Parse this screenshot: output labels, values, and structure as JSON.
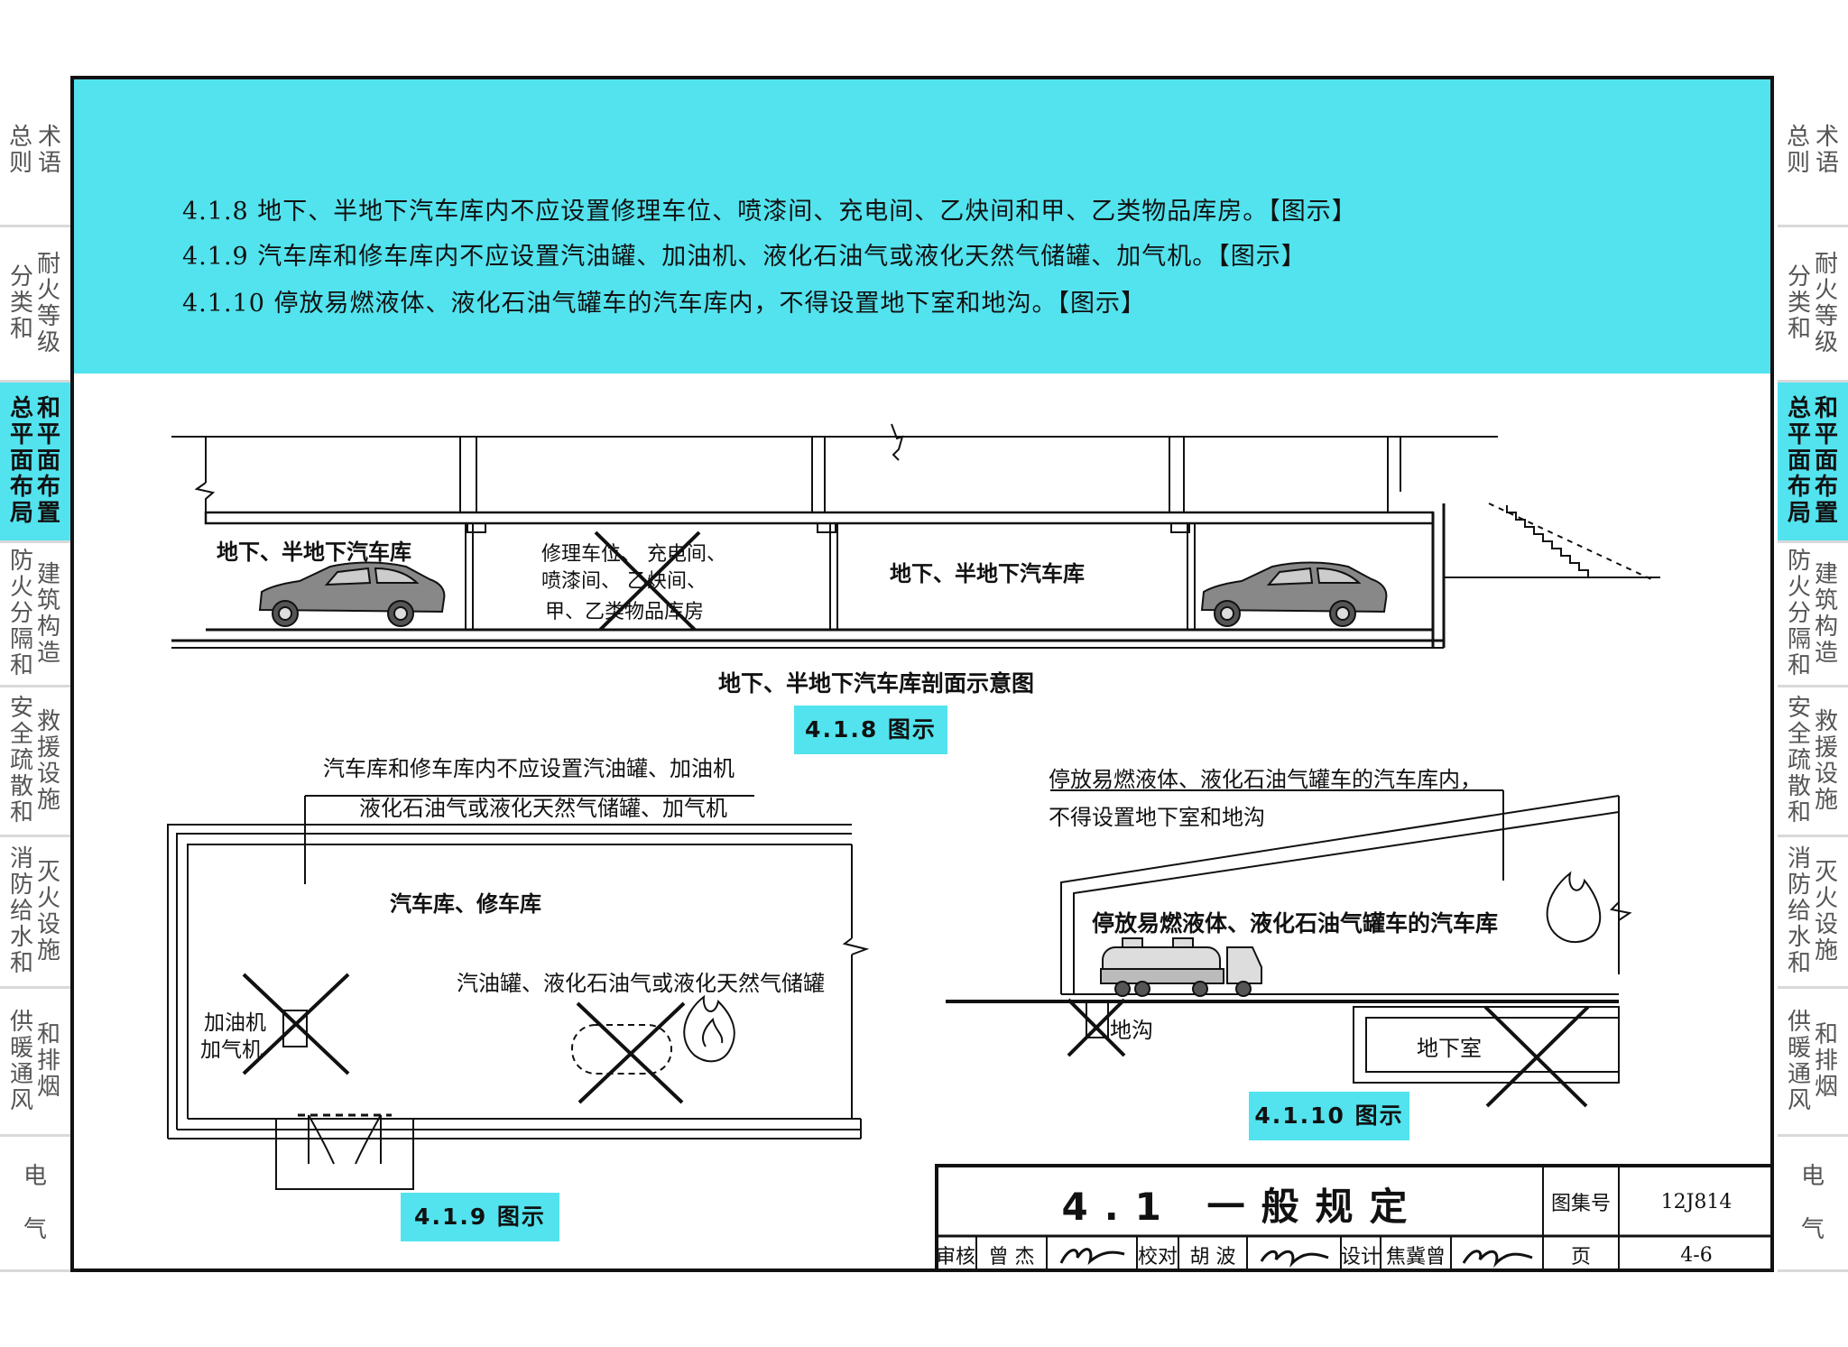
{
  "banner": {
    "line1": "4.1.8 地下、半地下汽车库内不应设置修理车位、喷漆间、充电间、乙炔间和甲、乙类物品库房。【图示】",
    "line2": "4.1.9 汽车库和修车库内不应设置汽油罐、加油机、液化石油气或液化天然气储罐、加气机。【图示】",
    "line3": "4.1.10 停放易燃液体、液化石油气罐车的汽车库内，不得设置地下室和地沟。【图示】"
  },
  "tabs": [
    {
      "col1": "总则",
      "col2": "术语",
      "active": false
    },
    {
      "col1": "分类和",
      "col2": "耐火等级",
      "active": false
    },
    {
      "col1": "总平面布局",
      "col2": "和平面布置",
      "active": true
    },
    {
      "col1": "防火分隔和",
      "col2": "建筑构造",
      "active": false
    },
    {
      "col1": "安全疏散和",
      "col2": "救援设施",
      "active": false
    },
    {
      "col1": "消防给水和",
      "col2": "灭火设施",
      "active": false
    },
    {
      "col1": "供暖通风",
      "col2": "和排烟",
      "active": false
    },
    {
      "col1": "电",
      "col2": "气",
      "active": false
    }
  ],
  "fig418": {
    "room1": "地下、半地下汽车库",
    "room2_l1": "修理车位、 充电间、",
    "room2_l2": "喷漆间、    乙炔间、",
    "room2_l3": "甲、乙类物品库房",
    "room3": "地下、半地下汽车库",
    "section_title": "地下、半地下汽车库剖面示意图",
    "caption": "4.1.8 图示"
  },
  "fig419": {
    "note1": "汽车库和修车库内不应设置汽油罐、加油机",
    "note2": "液化石油气或液化天然气储罐、加气机",
    "room": "汽车库、修车库",
    "tank_label": "汽油罐、液化石油气或液化天然气储罐",
    "pump1": "加油机",
    "pump2": "加气机",
    "caption": "4.1.9 图示"
  },
  "fig4110": {
    "note1": "停放易燃液体、液化石油气罐车的汽车库内，",
    "note2": "不得设置地下室和地沟",
    "garage": "停放易燃液体、液化石油气罐车的汽车库",
    "trench": "地沟",
    "basement": "地下室",
    "caption": "4.1.10 图示"
  },
  "titleblock": {
    "title": "4.1 一般规定",
    "atlas_label": "图集号",
    "atlas_no": "12J814",
    "page_label": "页",
    "page_no": "4-6",
    "review_label": "审核",
    "reviewer": "曾 杰",
    "check_label": "校对",
    "checker": "胡 波",
    "design_label": "设计",
    "designer": "焦冀曾"
  }
}
